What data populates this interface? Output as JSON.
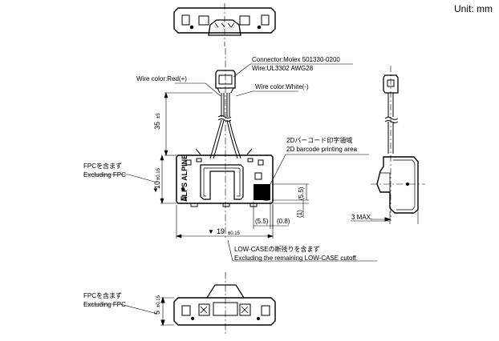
{
  "unit_label": "Unit: mm",
  "connector_label": "Connector:Molex 501330-0200",
  "wire_label": "Wire:UL3302 AWG28",
  "wire_red_label": "Wire color:Red(+)",
  "wire_white_label": "Wire color:White(-)",
  "barcode_jp_label": "2Dバーコード印字領域",
  "barcode_en_label": "2D barcode printing area",
  "fpc_jp_label": "FPCを含まず",
  "fpc_en_label": "Excluding FPC",
  "lowcase_jp_label": "LOW-CASEの断残りを含まず",
  "lowcase_en_label": "Excluding the remaining LOW-CASE cutoff.",
  "brand_text": "ALPS ALPINE",
  "dims": {
    "wire_length": "35",
    "wire_length_tol": "±5",
    "height": "10",
    "height_tol": "±0.15",
    "width": "19",
    "width_tol": "±0.15",
    "barcode_h": "(5.5)",
    "barcode_w": "(5.5)",
    "barcode_gap": "(0.8)",
    "barcode_offset": "(1)",
    "max_thickness": "3  MAX.",
    "bottom_h": "5",
    "bottom_tol": "±0.15"
  }
}
